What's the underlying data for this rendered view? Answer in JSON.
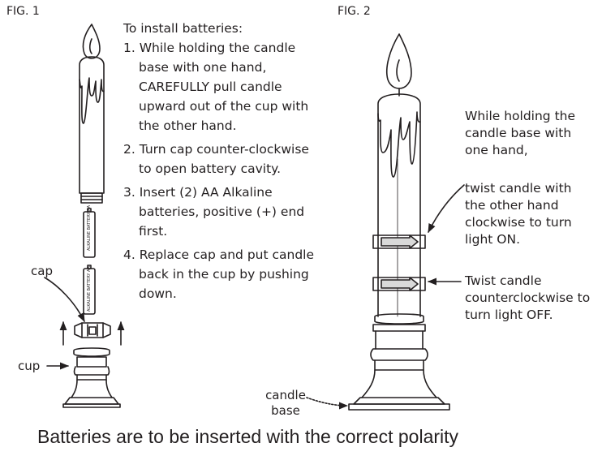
{
  "fig1": {
    "label": "FIG. 1",
    "instructions_header": "To install batteries:",
    "steps": [
      "1. While holding the candle base with one hand, CAREFULLY pull candle upward out of the cup with the other hand.",
      "2. Turn cap counter-clockwise to open battery cavity.",
      "3. Insert (2) AA Alkaline batteries, positive (+) end first.",
      "4. Replace cap and put candle back in the cup by pushing down."
    ],
    "battery_text": "ALKALINE BATTERY AA",
    "cap_label": "cap",
    "cup_label": "cup"
  },
  "fig2": {
    "label": "FIG. 2",
    "hold_text": "While holding the candle base with one hand,",
    "on_text": "twist candle with the other hand clockwise to turn light ON.",
    "off_text": "Twist candle counterclockwise to turn light OFF.",
    "base_label": "candle base"
  },
  "footer": "Batteries are to be inserted with the correct polarity",
  "colors": {
    "ink": "#231f20",
    "arrow_fill": "#d9d9d9"
  }
}
